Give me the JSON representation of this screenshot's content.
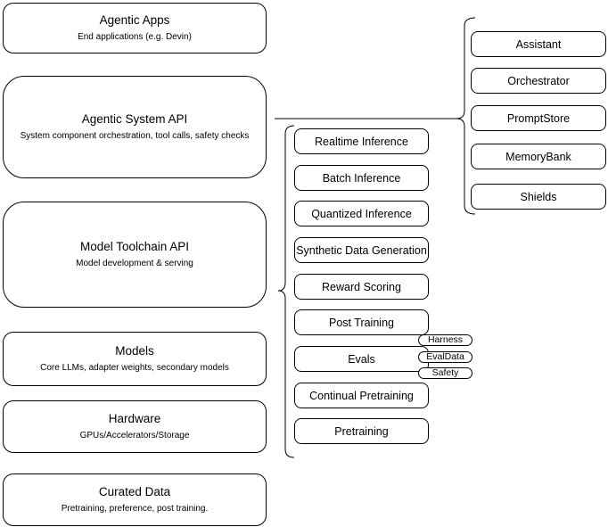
{
  "colors": {
    "stroke": "#000000",
    "fill": "#ffffff",
    "text": "#000000"
  },
  "stack": [
    {
      "title": "Agentic Apps",
      "subtitle": "End applications (e.g. Devin)"
    },
    {
      "title": "Agentic System API",
      "subtitle": "System component orchestration, tool calls, safety checks"
    },
    {
      "title": "Model Toolchain API",
      "subtitle": "Model development & serving"
    },
    {
      "title": "Models",
      "subtitle": "Core LLMs, adapter weights, secondary models"
    },
    {
      "title": "Hardware",
      "subtitle": "GPUs/Accelerators/Storage"
    },
    {
      "title": "Curated Data",
      "subtitle": "Pretraining, preference, post training."
    }
  ],
  "toolchain": {
    "items": [
      "Realtime Inference",
      "Batch Inference",
      "Quantized Inference",
      "Synthetic Data Generation",
      "Reward Scoring",
      "Post Training",
      "Evals",
      "Continual Pretraining",
      "Pretraining"
    ],
    "evals_tags": [
      "Harness",
      "EvalData",
      "Safety"
    ]
  },
  "components": {
    "items": [
      "Assistant",
      "Orchestrator",
      "PromptStore",
      "MemoryBank",
      "Shields"
    ]
  }
}
